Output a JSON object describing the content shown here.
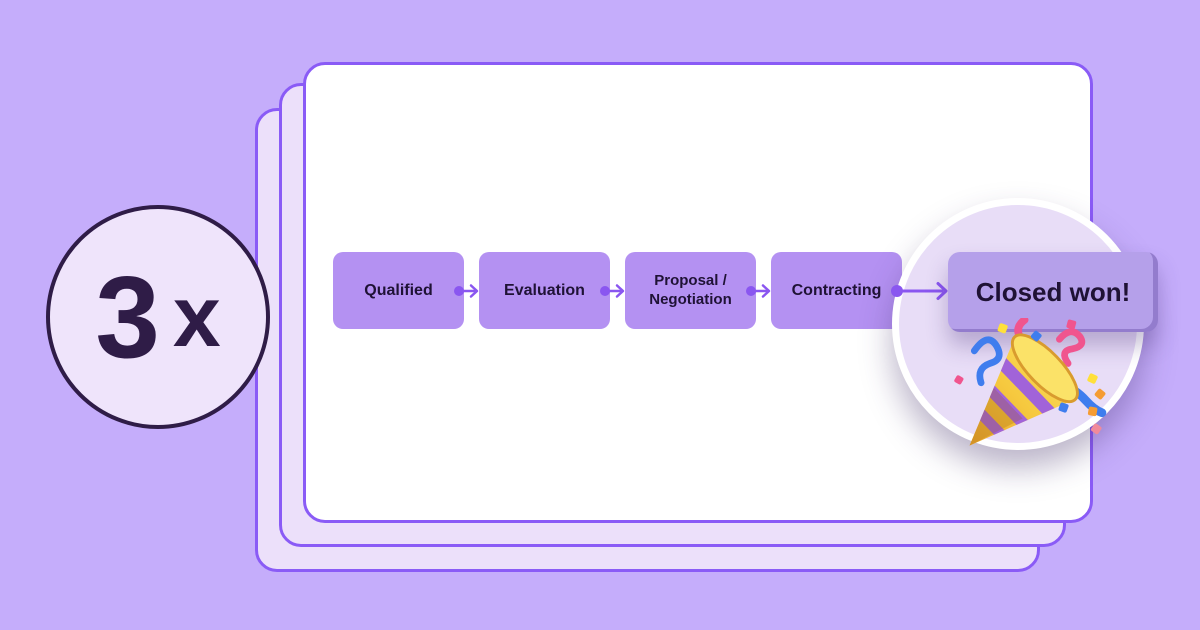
{
  "badge": {
    "value": "3",
    "suffix": "x"
  },
  "pipeline": {
    "stages": [
      {
        "label": "Qualified"
      },
      {
        "label": "Evaluation"
      },
      {
        "label": "Proposal / Negotiation"
      },
      {
        "label": "Contracting"
      }
    ],
    "final_stage": {
      "label": "Closed won!"
    }
  },
  "icons": {
    "party_popper": "party-popper-icon"
  },
  "colors": {
    "background": "#c5adfb",
    "card_border": "#8a5bf6",
    "card_back_fill": "#ece0fa",
    "card_front_fill": "#ffffff",
    "stage_fill": "#b491f2",
    "stage_text": "#1f1235",
    "arrow": "#8a56f0",
    "badge_fill": "#efe4fb",
    "badge_outline": "#2f1c47",
    "magnifier_fill": "#e8ddf7",
    "magnifier_ring": "#ffffff",
    "closed_box_fill": "#b5a0ea"
  }
}
